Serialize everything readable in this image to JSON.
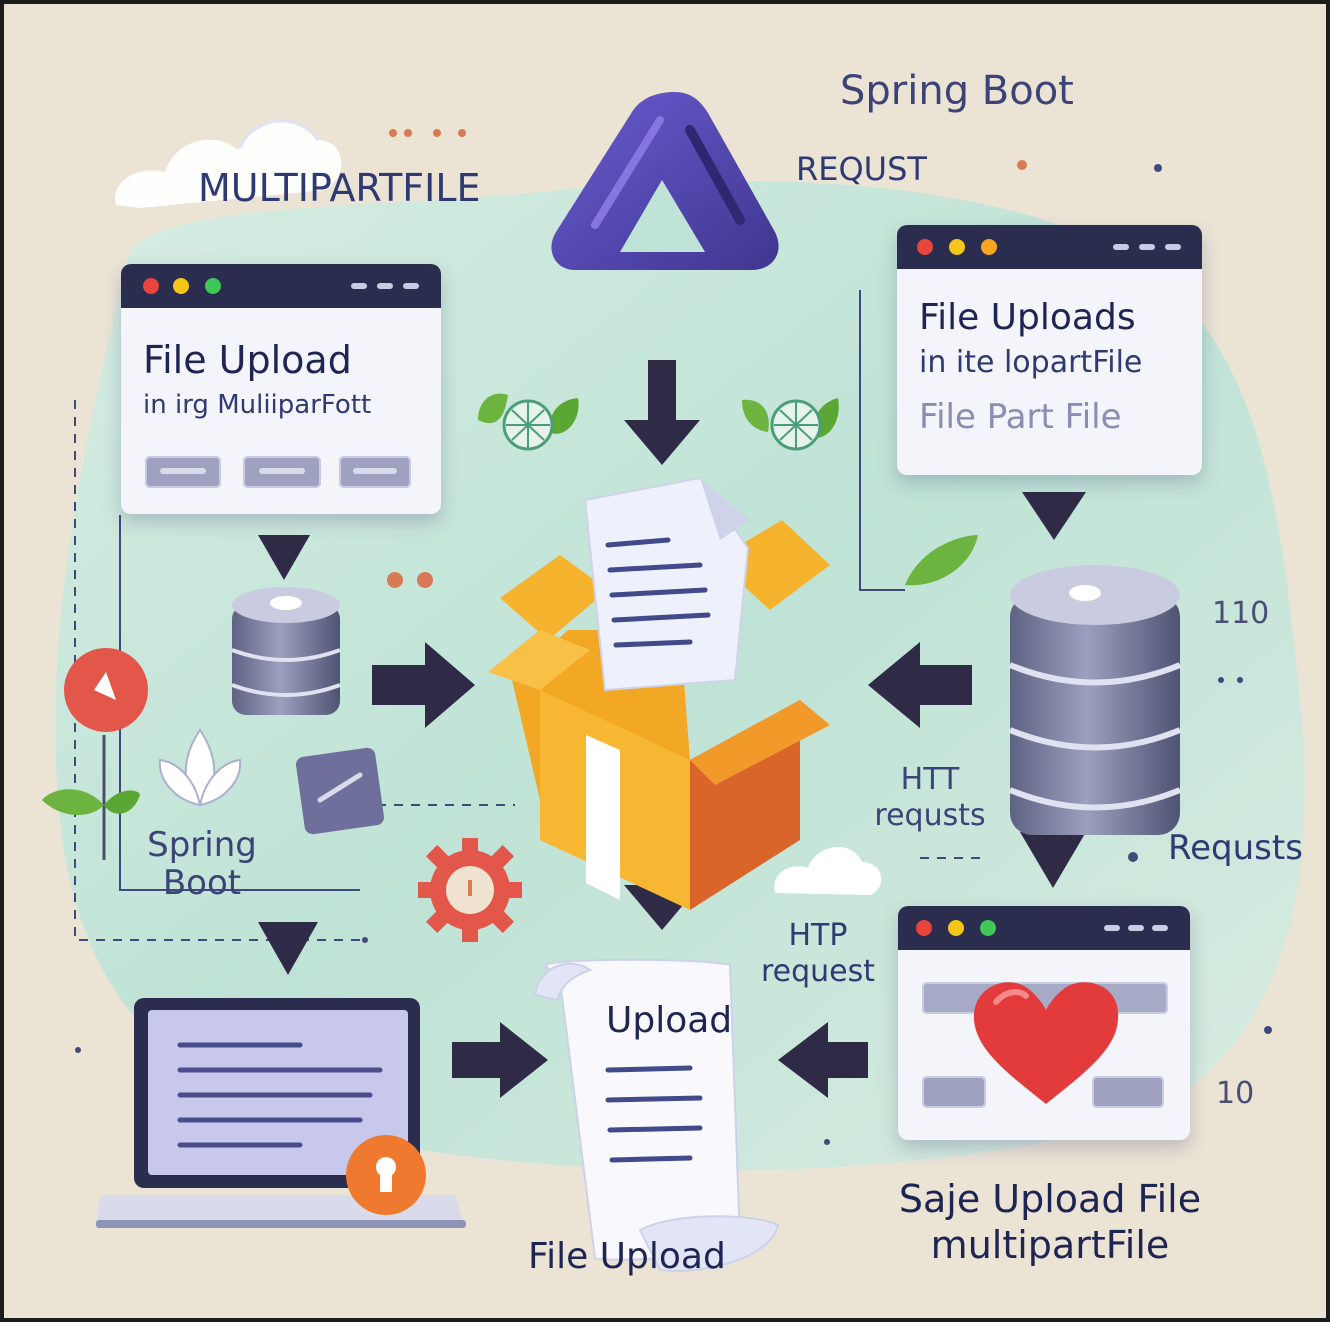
{
  "title": "Spring Boot",
  "labels": {
    "multipartfile_top": "MULTIPARTFILE",
    "requst_top": "REQUST",
    "spring_boot_left": "Spring Boot",
    "htt_requsts": "HTT requsts",
    "requsts_right": "Requsts",
    "htp_request": "HTP request",
    "num_110": "110",
    "num_10": "10",
    "save_upload_file": "Saje Upload File multipartFile",
    "file_upload_bottom": "File Upload",
    "upload_scroll": "Upload"
  },
  "left_window": {
    "title": "File Upload",
    "subtitle": "in irg MuliiparFott"
  },
  "right_window": {
    "line1": "File Uploads",
    "line2": "in ite lopartFile",
    "line3": "File Part File"
  },
  "bottom_right_window": {
    "icon": "heart-icon"
  },
  "colors": {
    "background_ground": "#eae3d4",
    "center_blob": "#cfe7dd",
    "window_bar": "#2b2d4e",
    "text_navy": "#3a3a7a",
    "arrow": "#2f2a45",
    "box_orange": "#f3a825",
    "triangle_purple": "#5a4cb2",
    "accent_red": "#e04646",
    "leaf_green": "#6cb33f"
  },
  "icons": [
    "cloud-icon",
    "triangle-logo-icon",
    "globe-leaf-icon",
    "database-icon",
    "open-box-icon",
    "document-icon",
    "gear-icon",
    "lotus-icon",
    "laptop-icon",
    "lock-badge-icon",
    "scroll-icon",
    "heart-icon",
    "pin-icon",
    "sprout-icon",
    "arrow-icon"
  ]
}
